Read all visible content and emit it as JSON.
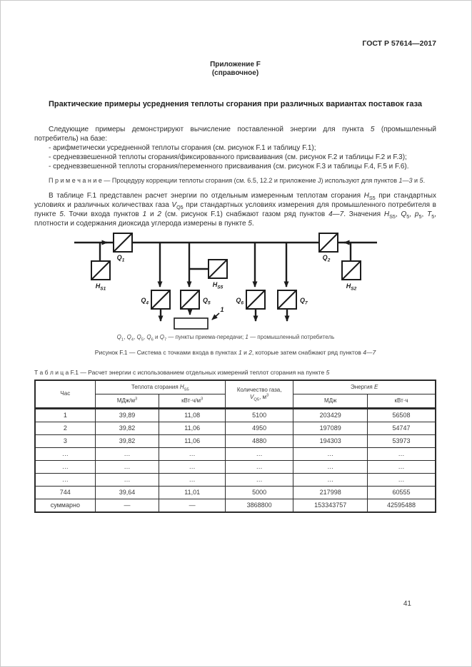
{
  "header": {
    "doc_number": "ГОСТ Р 57614—2017",
    "annex_line1": "Приложение F",
    "annex_line2": "(справочное)",
    "title": "Практические примеры усреднения теплоты сгорания при различных вариантах поставок газа"
  },
  "paragraphs": {
    "p1": [
      {
        "t": "txt",
        "v": "Следующие примеры демонстрируют вычисление поставленной энергии для пункта "
      },
      {
        "t": "i",
        "v": "5"
      },
      {
        "t": "txt",
        "v": " (промышленный потребитель) на базе:"
      }
    ],
    "list1": "- арифметически усредненной теплоты сгорания (см. рисунок F.1 и таблицу F.1);",
    "list2": "- средневзвешенной теплоты сгорания/фиксированного присваивания (см. рисунок F.2 и таблицы F.2 и F.3);",
    "list3": "- средневзвешенной теплоты сгорания/переменного присваивания (см. рисунок F.3 и таблицы F.4, F.5 и F.6).",
    "note": [
      {
        "t": "txt",
        "v": "П р и м е ч а н и е  — Процедуру коррекции теплоты сгорания (см. 6.5, 12.2 и приложение J) используют для пунктов "
      },
      {
        "t": "i",
        "v": "1"
      },
      {
        "t": "txt",
        "v": "—"
      },
      {
        "t": "i",
        "v": "3"
      },
      {
        "t": "txt",
        "v": " и "
      },
      {
        "t": "i",
        "v": "5"
      },
      {
        "t": "txt",
        "v": "."
      }
    ],
    "p3": [
      {
        "t": "txt",
        "v": "В таблице F.1 представлен расчет энергии по отдельным измеренным теплотам сгорания "
      },
      {
        "t": "i",
        "v": "H"
      },
      {
        "t": "sub",
        "v": "S5"
      },
      {
        "t": "txt",
        "v": " при стандартных условиях и различных количествах газа "
      },
      {
        "t": "i",
        "v": "V"
      },
      {
        "t": "sub",
        "v": "Q5"
      },
      {
        "t": "txt",
        "v": " при стандартных условиях измерения для промышленного потребителя в пункте "
      },
      {
        "t": "i",
        "v": "5"
      },
      {
        "t": "txt",
        "v": ". Точки входа пунктов "
      },
      {
        "t": "i",
        "v": "1"
      },
      {
        "t": "txt",
        "v": " и "
      },
      {
        "t": "i",
        "v": "2"
      },
      {
        "t": "txt",
        "v": " (см. рисунок F.1) снабжают газом ряд пунктов "
      },
      {
        "t": "i",
        "v": "4"
      },
      {
        "t": "txt",
        "v": "—"
      },
      {
        "t": "i",
        "v": "7"
      },
      {
        "t": "txt",
        "v": ". Значения "
      },
      {
        "t": "i",
        "v": "H"
      },
      {
        "t": "sub",
        "v": "S5"
      },
      {
        "t": "txt",
        "v": ", "
      },
      {
        "t": "i",
        "v": "Q"
      },
      {
        "t": "sub",
        "v": "5"
      },
      {
        "t": "txt",
        "v": ", "
      },
      {
        "t": "i",
        "v": "p"
      },
      {
        "t": "sub",
        "v": "5"
      },
      {
        "t": "txt",
        "v": ", "
      },
      {
        "t": "i",
        "v": "T"
      },
      {
        "t": "sub",
        "v": "5"
      },
      {
        "t": "txt",
        "v": ", плотности и содержания диоксида углерода измерены в пункте "
      },
      {
        "t": "i",
        "v": "5"
      },
      {
        "t": "txt",
        "v": "."
      }
    ]
  },
  "diagram": {
    "labels": {
      "q1": {
        "b": "Q",
        "s": "1"
      },
      "q2": {
        "b": "Q",
        "s": "2"
      },
      "q4": {
        "b": "Q",
        "s": "4"
      },
      "q5": {
        "b": "Q",
        "s": "5"
      },
      "q6": {
        "b": "Q",
        "s": "6"
      },
      "q7": {
        "b": "Q",
        "s": "7"
      },
      "hs1": {
        "b": "H",
        "s": "S1"
      },
      "hs2": {
        "b": "H",
        "s": "S2"
      },
      "hs5": {
        "b": "H",
        "s": "S5"
      },
      "consumer": "1"
    },
    "legend": [
      {
        "t": "i",
        "v": "Q"
      },
      {
        "t": "sub",
        "v": "1"
      },
      {
        "t": "txt",
        "v": ", "
      },
      {
        "t": "i",
        "v": "Q"
      },
      {
        "t": "sub",
        "v": "4"
      },
      {
        "t": "txt",
        "v": ", "
      },
      {
        "t": "i",
        "v": "Q"
      },
      {
        "t": "sub",
        "v": "5"
      },
      {
        "t": "txt",
        "v": ", "
      },
      {
        "t": "i",
        "v": "Q"
      },
      {
        "t": "sub",
        "v": "6"
      },
      {
        "t": "txt",
        "v": " и "
      },
      {
        "t": "i",
        "v": "Q"
      },
      {
        "t": "sub",
        "v": "7"
      },
      {
        "t": "txt",
        "v": " — пункты приема-передачи; "
      },
      {
        "t": "i",
        "v": "1"
      },
      {
        "t": "txt",
        "v": " — промышленный потребитель"
      }
    ],
    "caption": [
      {
        "t": "txt",
        "v": "Рисунок F.1 — Система с точками входа в пунктах "
      },
      {
        "t": "i",
        "v": "1"
      },
      {
        "t": "txt",
        "v": " и "
      },
      {
        "t": "i",
        "v": "2"
      },
      {
        "t": "txt",
        "v": ", которые затем снабжают ряд пунктов "
      },
      {
        "t": "i",
        "v": "4"
      },
      {
        "t": "txt",
        "v": "—"
      },
      {
        "t": "i",
        "v": "7"
      }
    ]
  },
  "table": {
    "caption": [
      {
        "t": "txt",
        "v": "Т а б л и ц а  F.1 — Расчет энергии с использованием отдельных измерений теплот сгорания на пункте "
      },
      {
        "t": "i",
        "v": "5"
      }
    ],
    "header": {
      "hour": "Час",
      "heat_group": [
        {
          "t": "txt",
          "v": "Теплота сгорания "
        },
        {
          "t": "i",
          "v": "H"
        },
        {
          "t": "sub",
          "v": "S5"
        }
      ],
      "unit_mj_m3": [
        {
          "t": "txt",
          "v": "МДж/м"
        },
        {
          "t": "sup",
          "v": "3"
        }
      ],
      "unit_kwh_m3": [
        {
          "t": "txt",
          "v": "кВт·ч/м"
        },
        {
          "t": "sup",
          "v": "3"
        }
      ],
      "qty_line1": "Количество газа,",
      "qty_line2": [
        {
          "t": "i",
          "v": "V"
        },
        {
          "t": "sub",
          "v": "Q5"
        },
        {
          "t": "txt",
          "v": ", м"
        },
        {
          "t": "sup",
          "v": "3"
        }
      ],
      "energy_group": [
        {
          "t": "txt",
          "v": "Энергия "
        },
        {
          "t": "i",
          "v": "E"
        }
      ],
      "unit_mj": "МДж",
      "unit_kwh": "кВт·ч"
    },
    "rows": [
      [
        "1",
        "39,89",
        "11,08",
        "5100",
        "203429",
        "56508"
      ],
      [
        "2",
        "39,82",
        "11,06",
        "4950",
        "197089",
        "54747"
      ],
      [
        "3",
        "39,82",
        "11,06",
        "4880",
        "194303",
        "53973"
      ],
      [
        "…",
        "…",
        "…",
        "…",
        "…",
        "…"
      ],
      [
        "…",
        "…",
        "…",
        "…",
        "…",
        "…"
      ],
      [
        "…",
        "…",
        "…",
        "…",
        "…",
        "…"
      ],
      [
        "744",
        "39,64",
        "11,01",
        "5000",
        "217998",
        "60555"
      ],
      [
        "суммарно",
        "—",
        "—",
        "3868800",
        "153343757",
        "42595488"
      ]
    ]
  },
  "footer": {
    "page_number": "41"
  }
}
